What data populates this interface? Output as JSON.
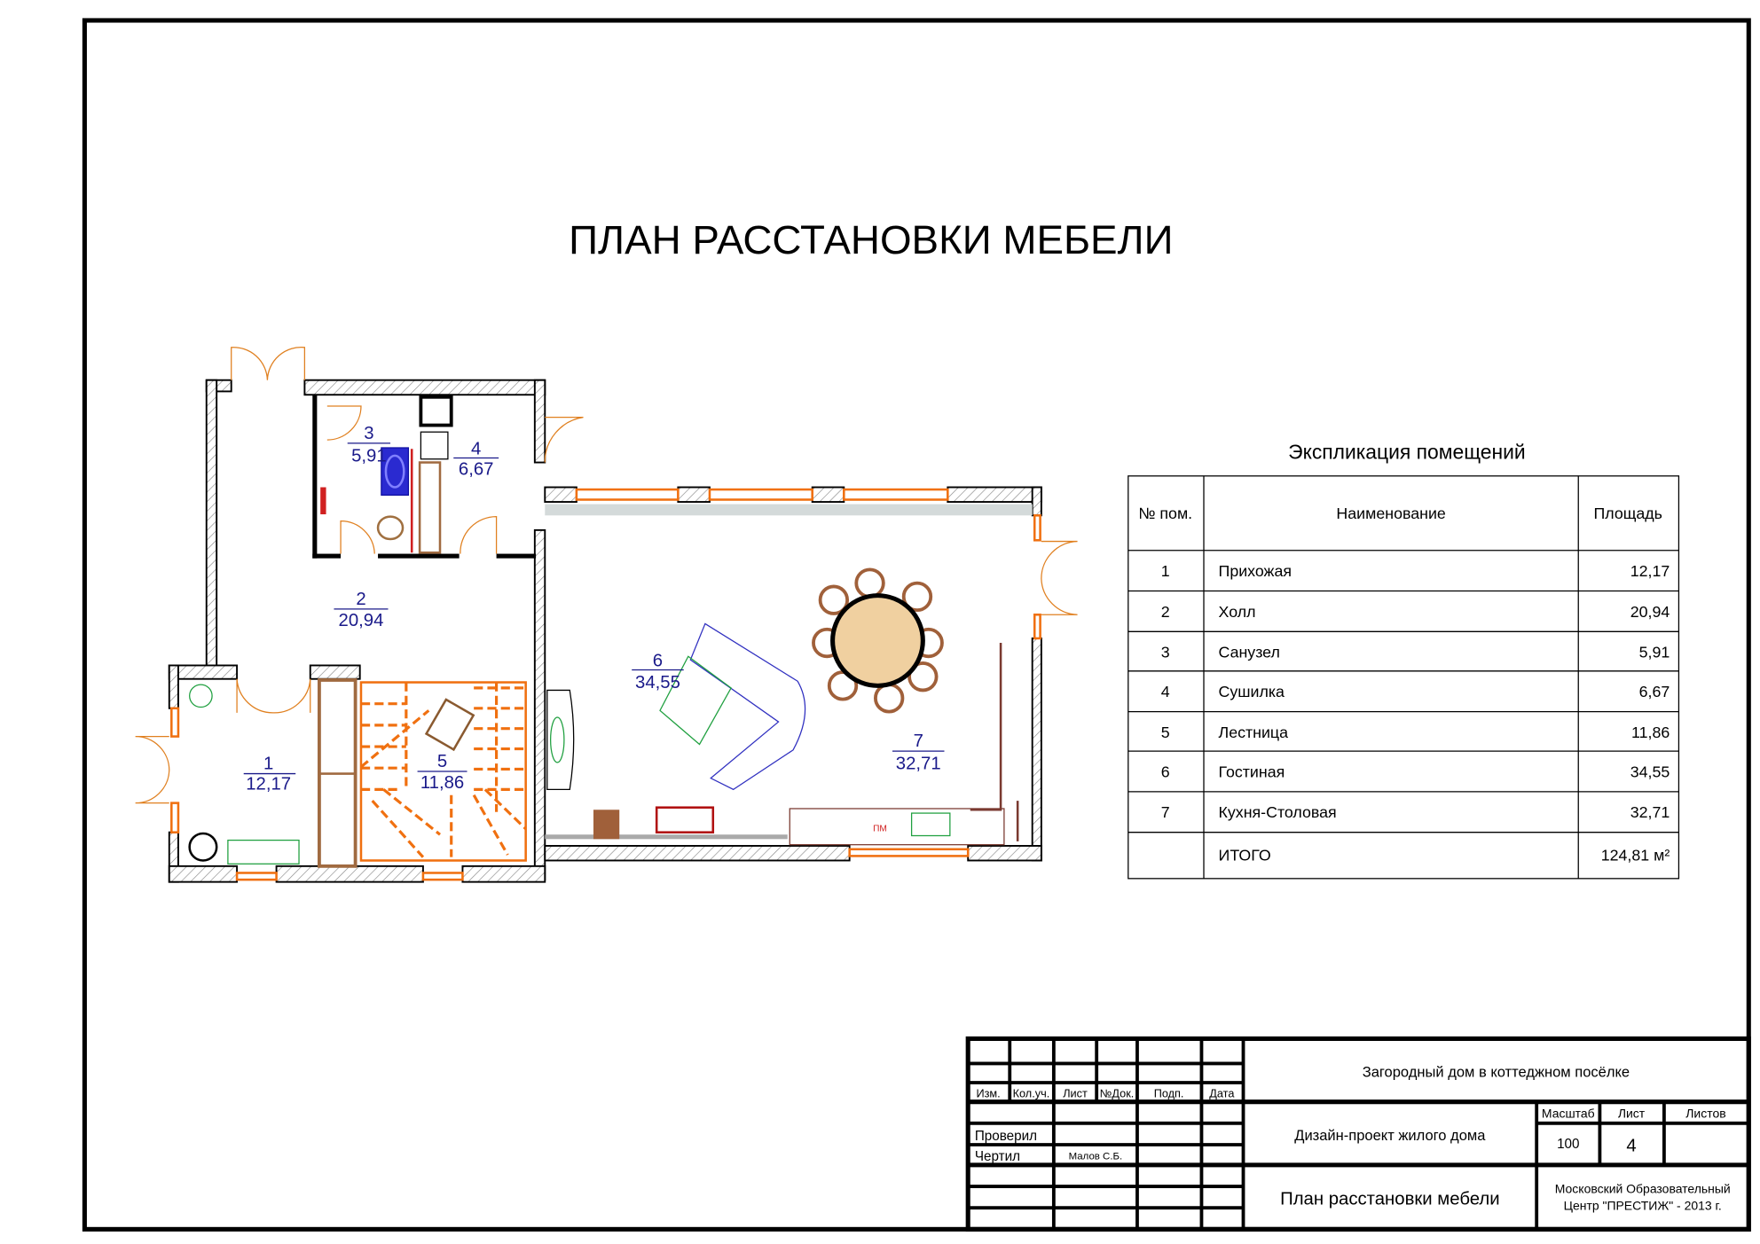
{
  "title": "ПЛАН РАССТАНОВКИ МЕБЕЛИ",
  "rooms": [
    {
      "num": "1",
      "area": "12,17"
    },
    {
      "num": "2",
      "area": "20,94"
    },
    {
      "num": "3",
      "area": "5,91"
    },
    {
      "num": "4",
      "area": "6,67"
    },
    {
      "num": "5",
      "area": "11,86"
    },
    {
      "num": "6",
      "area": "34,55"
    },
    {
      "num": "7",
      "area": "32,71"
    }
  ],
  "plan_marks": {
    "dishwasher": "ПМ"
  },
  "explication": {
    "caption": "Экспликация помещений",
    "headers": [
      "№ пом.",
      "Наименование",
      "Площадь"
    ],
    "rows": [
      [
        "1",
        "Прихожая",
        "12,17"
      ],
      [
        "2",
        "Холл",
        "20,94"
      ],
      [
        "3",
        "Санузел",
        "5,91"
      ],
      [
        "4",
        "Сушилка",
        "6,67"
      ],
      [
        "5",
        "Лестница",
        "11,86"
      ],
      [
        "6",
        "Гостиная",
        "34,55"
      ],
      [
        "7",
        "Кухня-Столовая",
        "32,71"
      ]
    ],
    "total_label": "ИТОГО",
    "total_value": "124,81 м²"
  },
  "stamp": {
    "cols": [
      "Изм.",
      "Кол.уч.",
      "Лист",
      "№Док.",
      "Подп.",
      "Дата"
    ],
    "checked": "Проверил",
    "drawn": "Чертил",
    "drawn_name": "Малов С.Б.",
    "project": "Загородный дом в коттеджном посёлке",
    "subject": "Дизайн-проект жилого дома",
    "sheet_title": "План расстановки мебели",
    "scale_label": "Масштаб",
    "sheet_label": "Лист",
    "sheets_label": "Листов",
    "scale": "100",
    "sheet": "4",
    "org_line1": "Московский Образовательный",
    "org_line2": "Центр \"ПРЕСТИЖ\" - 2013 г."
  }
}
